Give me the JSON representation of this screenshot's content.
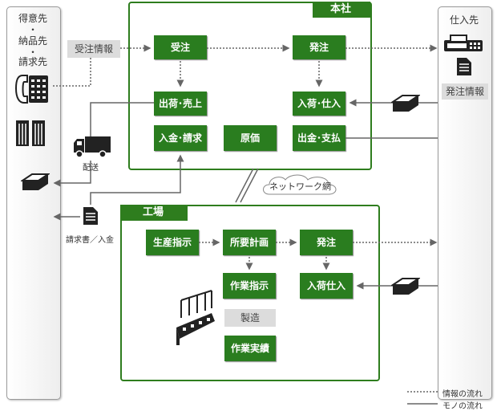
{
  "customer": {
    "line1": "得意先",
    "dot1": "・",
    "line2": "納品先",
    "dot2": "・",
    "line3": "請求先"
  },
  "supplier": {
    "label": "仕入先",
    "order_info": "発注情報"
  },
  "order_info_label": "受注情報",
  "head_office": {
    "title": "本社",
    "juchu": "受注",
    "hacchu": "発注",
    "shukka": "出荷･売上",
    "nyuka": "入荷･仕入",
    "nyukin": "入金･請求",
    "genka": "原価",
    "shukkin": "出金･支払"
  },
  "network_label": "ネットワーク網",
  "delivery_label": "配送",
  "invoice_label": "請求書／入金",
  "factory": {
    "title": "工場",
    "seisan": "生産指示",
    "shoyo": "所要計画",
    "hacchu": "発注",
    "sagyo": "作業指示",
    "nyuka": "入荷仕入",
    "seizo": "製造",
    "jisseki": "作業実績"
  },
  "legend": {
    "info_flow": "情報の流れ",
    "goods_flow": "モノの流れ"
  },
  "colors": {
    "green": "#2a7d1f",
    "gray_line": "#666666"
  }
}
